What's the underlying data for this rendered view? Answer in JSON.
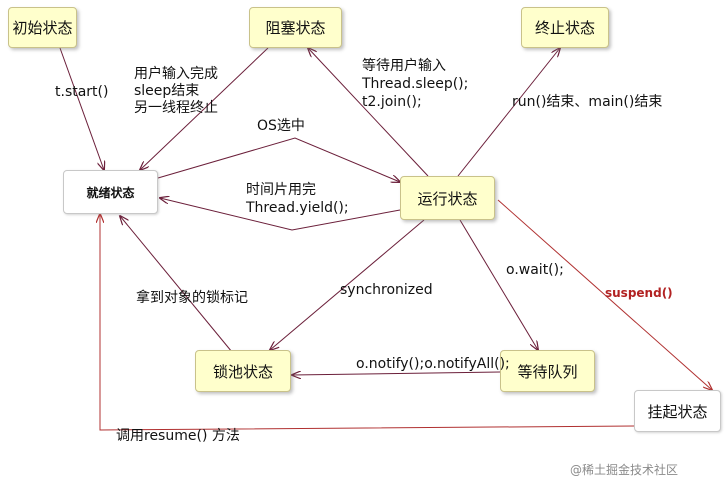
{
  "nodes": {
    "initial": "初始状态",
    "blocked": "阻塞状态",
    "terminated": "终止状态",
    "ready": "就绪状态",
    "running": "运行状态",
    "lock_pool": "锁池状态",
    "wait_queue": "等待队列",
    "suspended": "挂起状态"
  },
  "labels": {
    "start": "t.start()",
    "blocked_to_ready": [
      "用户输入完成",
      "sleep结束",
      "另一线程终止"
    ],
    "running_to_blocked": [
      "等待用户输入",
      "Thread.sleep();",
      "t2.join();"
    ],
    "running_to_terminated": "run()结束、main()结束",
    "os_select": "OS选中",
    "timeslice": [
      "时间片用完",
      "Thread.yield();"
    ],
    "get_lock": "拿到对象的锁标记",
    "synchronized": "synchronized",
    "wait": "o.wait();",
    "notify": "o.notify();o.notifyAll();",
    "suspend": "suspend()",
    "resume": "调用resume() 方法"
  },
  "colors": {
    "node_fill": "#ffffcc",
    "arrow": "#6b1f3a",
    "suspend_arrow": "#b03030"
  },
  "watermark": "@稀土掘金技术社区"
}
